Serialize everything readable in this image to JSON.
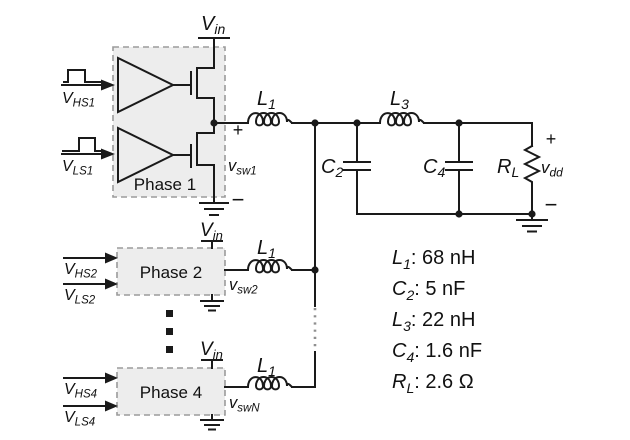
{
  "colors": {
    "line": "#1a1a1a",
    "phase_box_fill": "#ededed",
    "phase_box_border": "#9b9b9b",
    "background": "#ffffff"
  },
  "phase1": {
    "title": "Phase 1",
    "vin": {
      "main": "V",
      "sub": "in"
    },
    "hs_input": {
      "main": "V",
      "sub": "HS1"
    },
    "ls_input": {
      "main": "V",
      "sub": "LS1"
    },
    "vsw": {
      "main": "v",
      "sub": "sw1"
    },
    "plus": "+",
    "minus": "−"
  },
  "phase2": {
    "title": "Phase 2",
    "vin": {
      "main": "V",
      "sub": "in"
    },
    "hs_input": {
      "main": "V",
      "sub": "HS2"
    },
    "ls_input": {
      "main": "V",
      "sub": "LS2"
    },
    "vsw": {
      "main": "v",
      "sub": "sw2"
    }
  },
  "phase4": {
    "title": "Phase 4",
    "vin": {
      "main": "V",
      "sub": "in"
    },
    "hs_input": {
      "main": "V",
      "sub": "HS4"
    },
    "ls_input": {
      "main": "V",
      "sub": "LS4"
    },
    "vsw": {
      "main": "v",
      "sub": "swN"
    }
  },
  "filter": {
    "l1": {
      "main": "L",
      "sub": "1"
    },
    "l3": {
      "main": "L",
      "sub": "3"
    },
    "c2": {
      "main": "C",
      "sub": "2"
    },
    "c4": {
      "main": "C",
      "sub": "4"
    },
    "rl": {
      "main": "R",
      "sub": "L"
    },
    "vdd": {
      "main": "v",
      "sub": "dd"
    },
    "plus": "+",
    "minus": "−"
  },
  "values": [
    {
      "sym": "L",
      "sub": "1",
      "rest": ": 68 nH"
    },
    {
      "sym": "C",
      "sub": "2",
      "rest": ": 5 nF"
    },
    {
      "sym": "L",
      "sub": "3",
      "rest": ": 22 nH"
    },
    {
      "sym": "C",
      "sub": "4",
      "rest": ": 1.6 nF"
    },
    {
      "sym": "R",
      "sub": "L",
      "rest": ": 2.6 Ω"
    }
  ]
}
